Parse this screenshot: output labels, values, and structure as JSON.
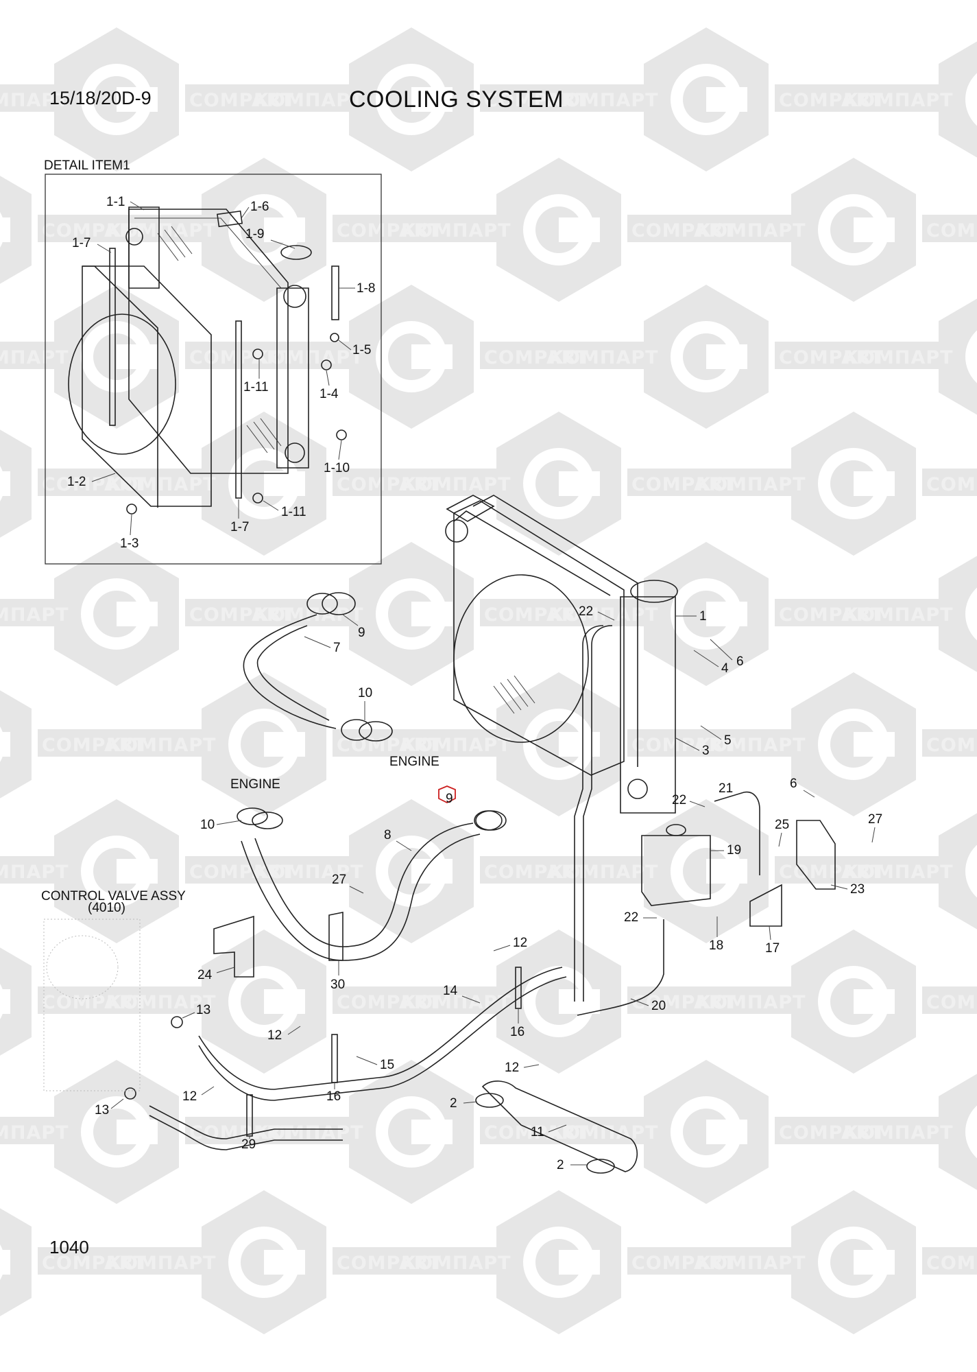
{
  "header": {
    "model": "15/18/20D-9",
    "title": "COOLING SYSTEM",
    "page_number": "1040"
  },
  "watermark": {
    "text_ru": "КОМПАРТ",
    "text_en": "COMPART"
  },
  "detail": {
    "title": "DETAIL ITEM1",
    "labels": [
      "1-1",
      "1-6",
      "1-7",
      "1-9",
      "1-8",
      "1-5",
      "1-11",
      "1-4",
      "1-10",
      "1-2",
      "1-11",
      "1-7",
      "1-3"
    ]
  },
  "main": {
    "labels": [
      "22",
      "1",
      "6",
      "4",
      "9",
      "7",
      "10",
      "5",
      "3",
      "ENGINE",
      "ENGINE",
      "10",
      "9",
      "8",
      "6",
      "22",
      "21",
      "25",
      "27",
      "19",
      "27",
      "23",
      "22",
      "18",
      "17",
      "CONTROL VALVE ASSY",
      "(4010)",
      "24",
      "30",
      "12",
      "14",
      "16",
      "20",
      "13",
      "12",
      "15",
      "16",
      "12",
      "12",
      "2",
      "13",
      "29",
      "11",
      "2"
    ]
  },
  "colors": {
    "watermark_fill": "#e6e6e6",
    "line": "#222222",
    "highlight": "#cc1f1f"
  }
}
